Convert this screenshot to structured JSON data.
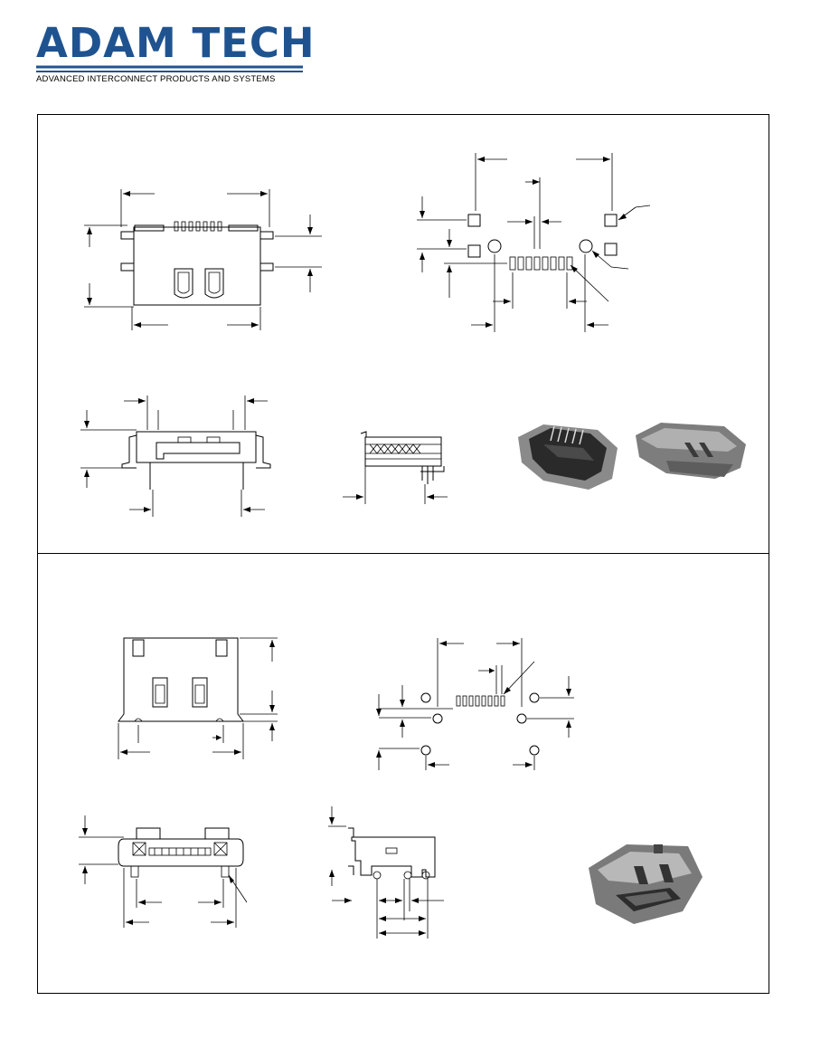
{
  "header": {
    "logo_text": "ADAM TECH",
    "tagline": "ADVANCED INTERCONNECT PRODUCTS AND SYSTEMS",
    "brand_color": "#1f5390"
  },
  "panels": [
    {
      "id": "top",
      "contents": [
        "front-view-drawing",
        "pcb-layout-drawing",
        "top-view-drawing",
        "side-view-drawing",
        "product-photo"
      ]
    },
    {
      "id": "bottom",
      "contents": [
        "front-view-drawing",
        "pcb-layout-drawing",
        "top-view-drawing",
        "side-view-drawing",
        "product-photo"
      ]
    }
  ]
}
